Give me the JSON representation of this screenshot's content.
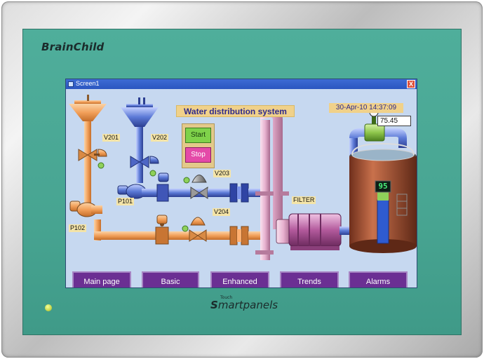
{
  "panel": {
    "brand": "BrainChild",
    "footer_touch": "Touch",
    "footer_s": "S",
    "footer_rest": "martpanels"
  },
  "window": {
    "title": "Screen1",
    "close_glyph": "X"
  },
  "hmi": {
    "heading": "Water distribution system",
    "datetime": "30-Apr-10 14:37:09",
    "flow_reading": "75.45",
    "tank_level_display": "95",
    "start_label": "Start",
    "stop_label": "Stop",
    "labels": {
      "v201": "V201",
      "v202": "V202",
      "v203": "V203",
      "v204": "V204",
      "p101": "P101",
      "p102": "P102",
      "filter": "FILTER"
    },
    "nav": [
      "Main page",
      "Basic",
      "Enhanced",
      "Trends",
      "Alarms"
    ]
  },
  "colors": {
    "bezel_green": "#4fae9b",
    "screen_bg": "#c6d8f0",
    "nav_button": "#6b2f93",
    "start_button": "#7fd24a",
    "stop_button": "#e44aa8",
    "orange_pipe": "#f2a05a",
    "blue_pipe": "#5b79d6",
    "pink_pipe": "#e7b1cf",
    "tank": "#a9563a",
    "led": "#c9d84a"
  },
  "icons": {
    "window_icon": "app-icon",
    "close": "close-icon",
    "status_led": "power-led-icon"
  }
}
